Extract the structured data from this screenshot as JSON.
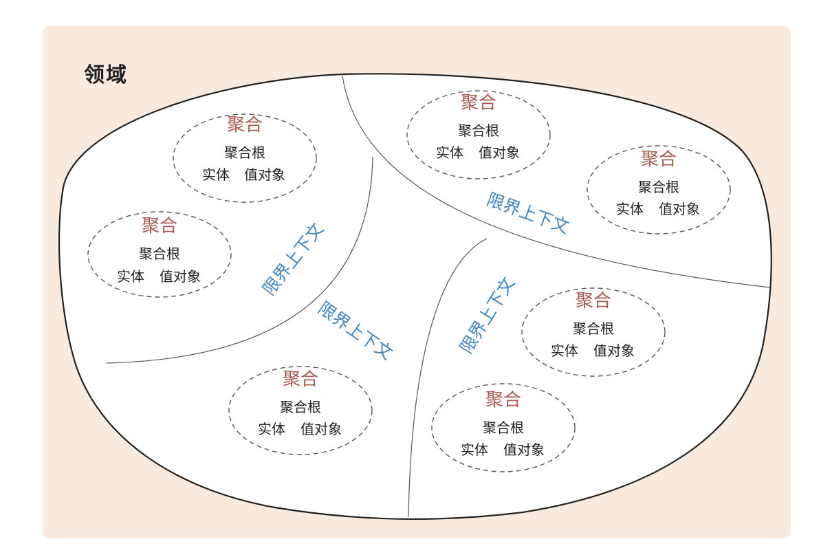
{
  "domain": {
    "title": "领域"
  },
  "aggregate": {
    "title": "聚合",
    "root": "聚合根",
    "entity": "实体",
    "value_object": "值对象"
  },
  "bounded_context": {
    "label": "限界上下文"
  },
  "colors": {
    "background_panel": "#f9eadf",
    "aggregate_title": "#a85c50",
    "context_label": "#3f86c2",
    "text": "#222222",
    "outline": "#222222"
  }
}
